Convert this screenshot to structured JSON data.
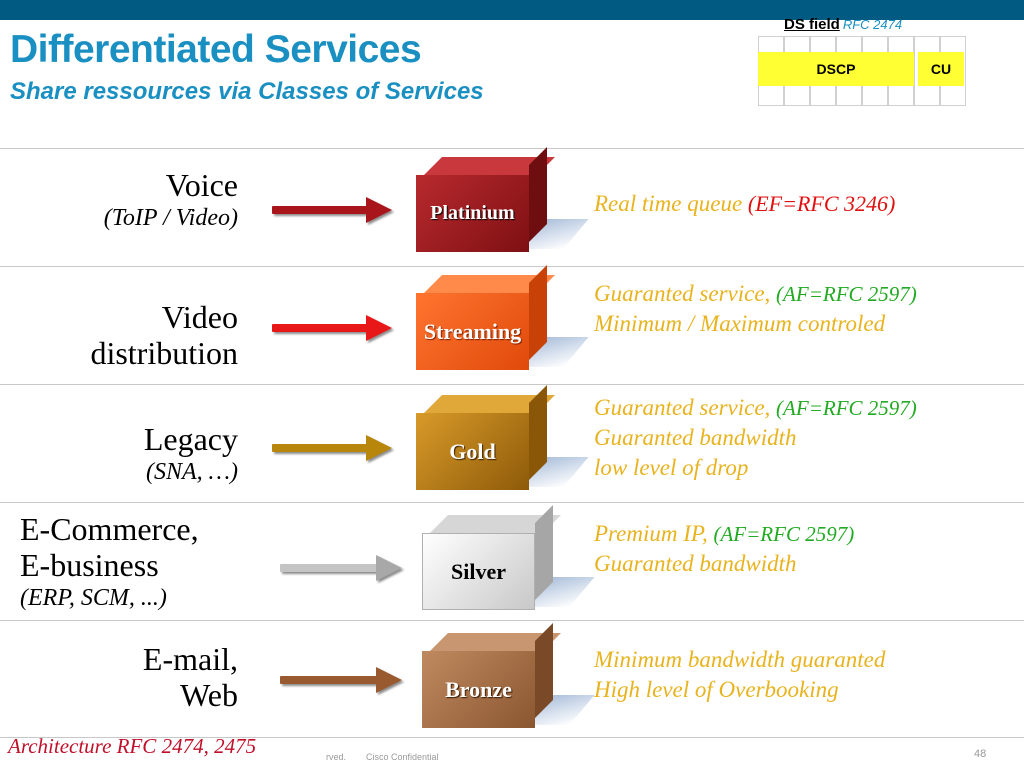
{
  "title": "Differentiated Services",
  "subtitle": "Share ressources via Classes of Services",
  "ds_field": {
    "label": "DS field",
    "rfc": "RFC 2474",
    "dscp": "DSCP",
    "cu": "CU"
  },
  "rows": [
    {
      "label_lines": [
        "Voice",
        "(ToIP / Video)"
      ],
      "class": "Platinium",
      "desc_lines": [
        {
          "text": "Real time queue ",
          "rfc": "(EF=RFC 3246)"
        }
      ]
    },
    {
      "label_lines": [
        "Video",
        "distribution"
      ],
      "class": "Streaming",
      "desc_lines": [
        {
          "text": "Guaranted service, ",
          "rfc": "(AF=RFC 2597)"
        },
        {
          "text": "Minimum / Maximum controled",
          "rfc": ""
        }
      ]
    },
    {
      "label_lines": [
        "Legacy",
        "(SNA, …)"
      ],
      "class": "Gold",
      "desc_lines": [
        {
          "text": "Guaranted service, ",
          "rfc": "(AF=RFC 2597)"
        },
        {
          "text": "Guaranted bandwidth",
          "rfc": ""
        },
        {
          "text": "low level of drop",
          "rfc": ""
        }
      ]
    },
    {
      "label_lines": [
        "E-Commerce,",
        "E-business",
        "(ERP, SCM, ...)"
      ],
      "class": "Silver",
      "desc_lines": [
        {
          "text": "Premium IP, ",
          "rfc": "(AF=RFC 2597)"
        },
        {
          "text": "Guaranted bandwidth",
          "rfc": ""
        }
      ]
    },
    {
      "label_lines": [
        "E-mail,",
        "Web"
      ],
      "class": "Bronze",
      "desc_lines": [
        {
          "text": "Minimum bandwidth guaranted",
          "rfc": ""
        },
        {
          "text": "High level of Overbooking",
          "rfc": ""
        }
      ]
    }
  ],
  "colors": {
    "platinium": "#9c1a1e",
    "streaming": "#f25c16",
    "gold": "#b5740f",
    "silver": "#d8d8d8",
    "bronze": "#b07a4e"
  },
  "footer": {
    "architecture": "Architecture RFC 2474, 2475",
    "reserved": "rved.",
    "confidential": "Cisco Confidential",
    "page_number": "48"
  }
}
